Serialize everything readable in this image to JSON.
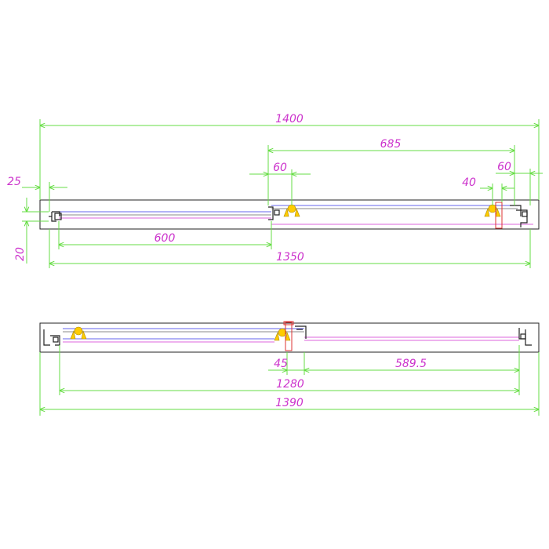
{
  "colors": {
    "dimension_line": "#66dd44",
    "dimension_text": "#cc33cc",
    "outline": "#222222",
    "glass_blue": "#6666ee",
    "glass_magenta": "#dd66dd",
    "roller": "#ffcc00",
    "handle": "#dd3333"
  },
  "top_view": {
    "dims": {
      "overall_width": "1400",
      "door_travel": "685",
      "center_gap": "60",
      "side_left_offset": "25",
      "side_depth": "20",
      "panel_width": "600",
      "inner_width": "1350",
      "right_overlap": "40",
      "right_gap": "60"
    }
  },
  "bottom_view": {
    "dims": {
      "handle_offset": "45",
      "opening": "589.5",
      "inner_width": "1280",
      "overall_width": "1390"
    }
  }
}
